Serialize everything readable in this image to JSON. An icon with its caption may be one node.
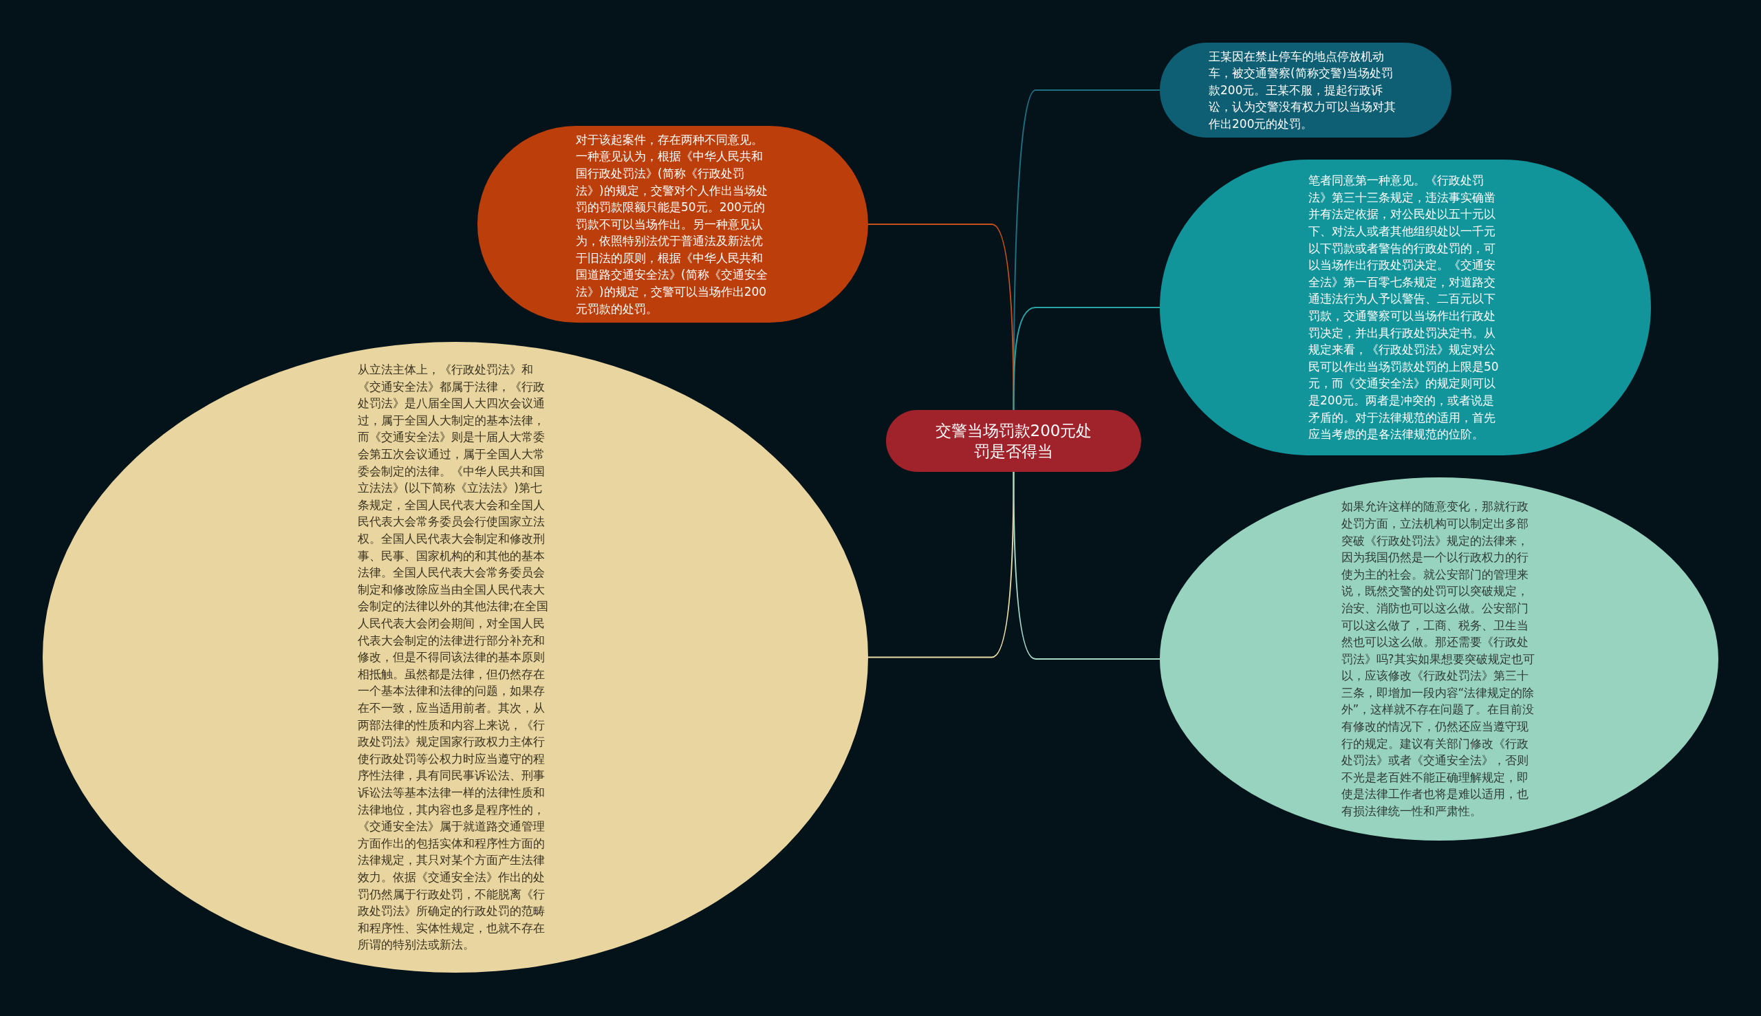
{
  "diagram": {
    "nodes": [
      {
        "text": [
          "交警当场罚款200元处罚是否得当"
        ]
      },
      {
        "text": [
          "王某因在禁止停车的地点停放机动车，被交通警察(简称交警)当场处罚款200元。王某不服，提起行政诉讼，认为交警没有权力可以当场对其作出200元的处罚。"
        ]
      },
      {
        "text": [
          "对于该起案件，存在两种不同意见。一种意见认为，根据《中华人民共和国行政处罚法》(简称《行政处罚法》)的规定，交警对个人作出当场处罚的罚款限额只能是50元。200元的罚款不可以当场作出。另一种意见认为，依照特别法优于普通法及新法优于旧法的原则，根据《中华人民共和国道路交通安全法》(简称《交通安全法》)的规定，交警可以当场作出200元罚款的处罚。"
        ]
      },
      {
        "text": [
          "笔者同意第一种意见。《行政处罚法》第三十三条规定，违法事实确凿并有法定依据，对公民处以五十元以下、对法人或者其他组织处以一千元以下罚款或者警告的行政处罚的，可以当场作出行政处罚决定。《交通安全法》第一百零七条规定，对道路交通违法行为人予以警告、二百元以下罚款，交通警察可以当场作出行政处罚决定，并出具行政处罚决定书。从规定来看，《行政处罚法》规定对公民可以作出当场罚款处罚的上限是50元，而《交通安全法》的规定则可以是200元。两者是冲突的，或者说是矛盾的。对于法律规范的适用，首先应当考虑的是各法律规范的位阶。"
        ]
      },
      {
        "text": [
          "从立法主体上，《行政处罚法》和《交通安全法》都属于法律，《行政处罚法》是八届全国人大四次会议通过，属于全国人大制定的基本法律，而《交通安全法》则是十届人大常委会第五次会议通过，属于全国人大常委会制定的法律。《中华人民共和国立法法》(以下简称《立法法》)第七条规定，全国人民代表大会和全国人民代表大会常务委员会行使国家立法权。全国人民代表大会制定和修改刑事、民事、国家机构的和其他的基本法律。全国人民代表大会常务委员会制定和修改除应当由全国人民代表大会制定的法律以外的其他法律;在全国人民代表大会闭会期间，对全国人民代表大会制定的法律进行部分补充和修改，但是不得同该法律的基本原则相抵触。虽然都是法律，但仍然存在一个基本法律和法律的问题，如果存在不一致，应当适用前者。其次，从两部法律的性质和内容上来说，《行政处罚法》规定国家行政权力主体行使行政处罚等公权力时应当遵守的程序性法律，具有同民事诉讼法、刑事诉讼法等基本法律一样的法律性质和法律地位，其内容也多是程序性的，《交通安全法》属于就道路交通管理方面作出的包括实体和程序性方面的法律规定，其只对某个方面产生法律效力。依据《交通安全法》作出的处罚仍然属于行政处罚，不能脱离《行政处罚法》所确定的行政处罚的范畴和程序性、实体性规定，也就不存在所谓的特别法或新法。"
        ]
      },
      {
        "text": [
          "如果允许这样的随意变化，那就行政处罚方面，立法机构可以制定出多部突破《行政处罚法》规定的法律来，因为我国仍然是一个以行政权力的行使为主的社会。就公安部门的管理来说，既然交警的处罚可以突破规定，治安、消防也可以这么做。公安部门可以这么做了，工商、税务、卫生当然也可以这么做。那还需要《行政处罚法》吗?其实如果想要突破规定也可以，应该修改《行政处罚法》第三十三条，即增加一段内容“法律规定的除外”，这样就不存在问题了。在目前没有修改的情况下，仍然还应当遵守现行的规定。建议有关部门修改《行政处罚法》或者《交通安全法》，否则不光是老百姓不能正确理解规定，即使是法律工作者也将是难以适用，也有损法律统一性和严肃性。"
        ]
      }
    ],
    "edges": [
      {
        "from": 0,
        "to": 1,
        "arrow": "none",
        "color": "#1f6f82"
      },
      {
        "from": 0,
        "to": 2,
        "arrow": "none",
        "color": "#c4501c"
      },
      {
        "from": 0,
        "to": 3,
        "arrow": "none",
        "color": "#2aa3a5"
      },
      {
        "from": 0,
        "to": 4,
        "arrow": "none",
        "color": "#eadba8"
      },
      {
        "from": 0,
        "to": 5,
        "arrow": "none",
        "color": "#a6dcc8"
      }
    ]
  }
}
